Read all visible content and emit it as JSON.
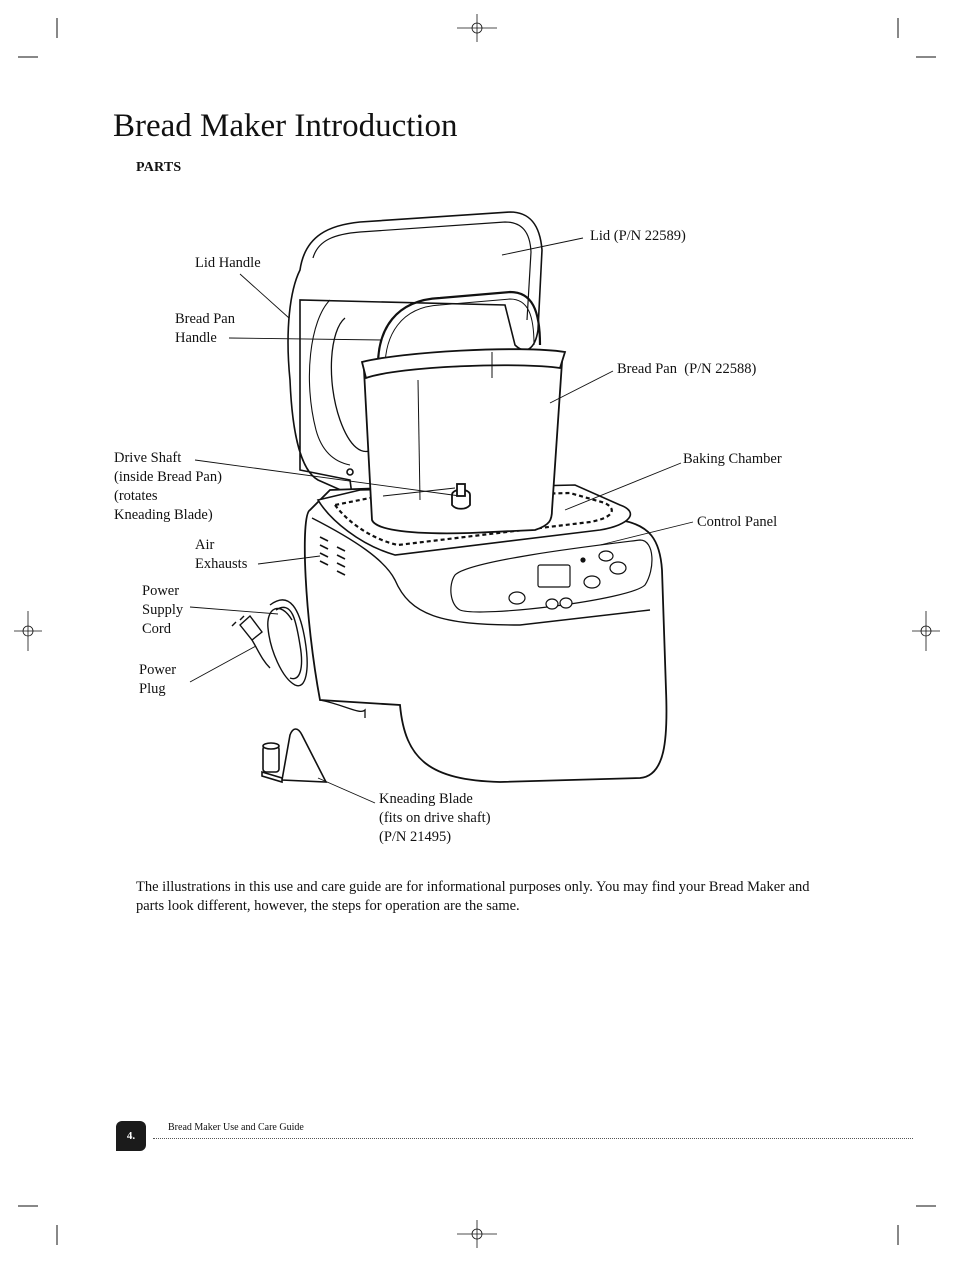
{
  "page": {
    "title": "Bread Maker Introduction",
    "section_heading": "PARTS",
    "description": "The illustrations in this use and care guide are for informational purposes only. You may find your Bread Maker and parts look different, however, the steps for operation are the same."
  },
  "parts": {
    "lid": "Lid (P/N 22589)",
    "lid_handle": "Lid Handle",
    "bread_pan_handle": "Bread Pan\nHandle",
    "bread_pan": "Bread Pan  (P/N 22588)",
    "drive_shaft": "Drive Shaft\n(inside Bread Pan)\n(rotates\nKneading Blade)",
    "baking_chamber": "Baking Chamber",
    "control_panel": "Control Panel",
    "air_exhausts": "Air\nExhausts",
    "power_supply_cord": "Power\nSupply\nCord",
    "power_plug": "Power\nPlug",
    "kneading_blade": "Kneading Blade\n(fits on drive shaft)\n(P/N 21495)"
  },
  "footer": {
    "page_number": "4.",
    "guide_title": "Bread Maker Use and Care Guide"
  }
}
